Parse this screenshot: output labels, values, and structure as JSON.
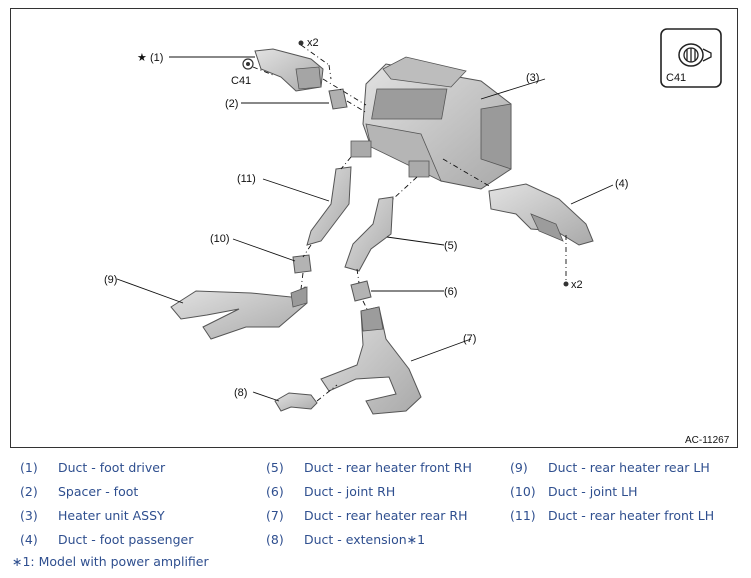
{
  "figure_code": "AC-11267",
  "callouts": {
    "c1": "(1)",
    "c2": "(2)",
    "c3": "(3)",
    "c4": "(4)",
    "c5": "(5)",
    "c6": "(6)",
    "c7": "(7)",
    "c8": "(8)",
    "c9": "(9)",
    "c10": "(10)",
    "c11": "(11)"
  },
  "star_mark": "★",
  "connector_label": "C41",
  "qty_x2": "x2",
  "legend": {
    "items": [
      {
        "num": "(1)",
        "name": "Duct - foot driver"
      },
      {
        "num": "(2)",
        "name": "Spacer - foot"
      },
      {
        "num": "(3)",
        "name": "Heater unit ASSY"
      },
      {
        "num": "(4)",
        "name": "Duct - foot passenger"
      },
      {
        "num": "(5)",
        "name": "Duct - rear heater front RH"
      },
      {
        "num": "(6)",
        "name": "Duct - joint RH"
      },
      {
        "num": "(7)",
        "name": "Duct - rear heater rear RH"
      },
      {
        "num": "(8)",
        "name": "Duct - extension∗1"
      },
      {
        "num": "(9)",
        "name": "Duct - rear heater rear LH"
      },
      {
        "num": "(10)",
        "name": "Duct - joint LH"
      },
      {
        "num": "(11)",
        "name": "Duct - rear heater front LH"
      }
    ],
    "note": "∗1: Model with power amplifier"
  },
  "colors": {
    "legend_text": "#2f4f8f",
    "part_fill": "#c9c9c9",
    "part_dark": "#8f8f8f"
  }
}
